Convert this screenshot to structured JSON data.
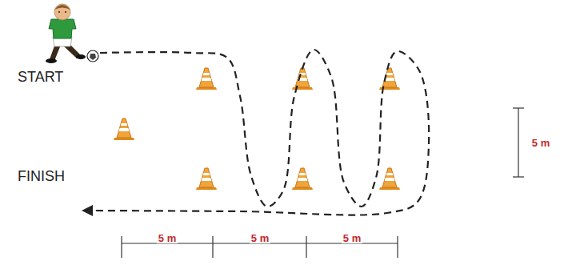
{
  "diagram": {
    "labels": [
      "START",
      "FINISH",
      "5 m",
      "5 m",
      "5 m",
      "5 m"
    ]
  }
}
